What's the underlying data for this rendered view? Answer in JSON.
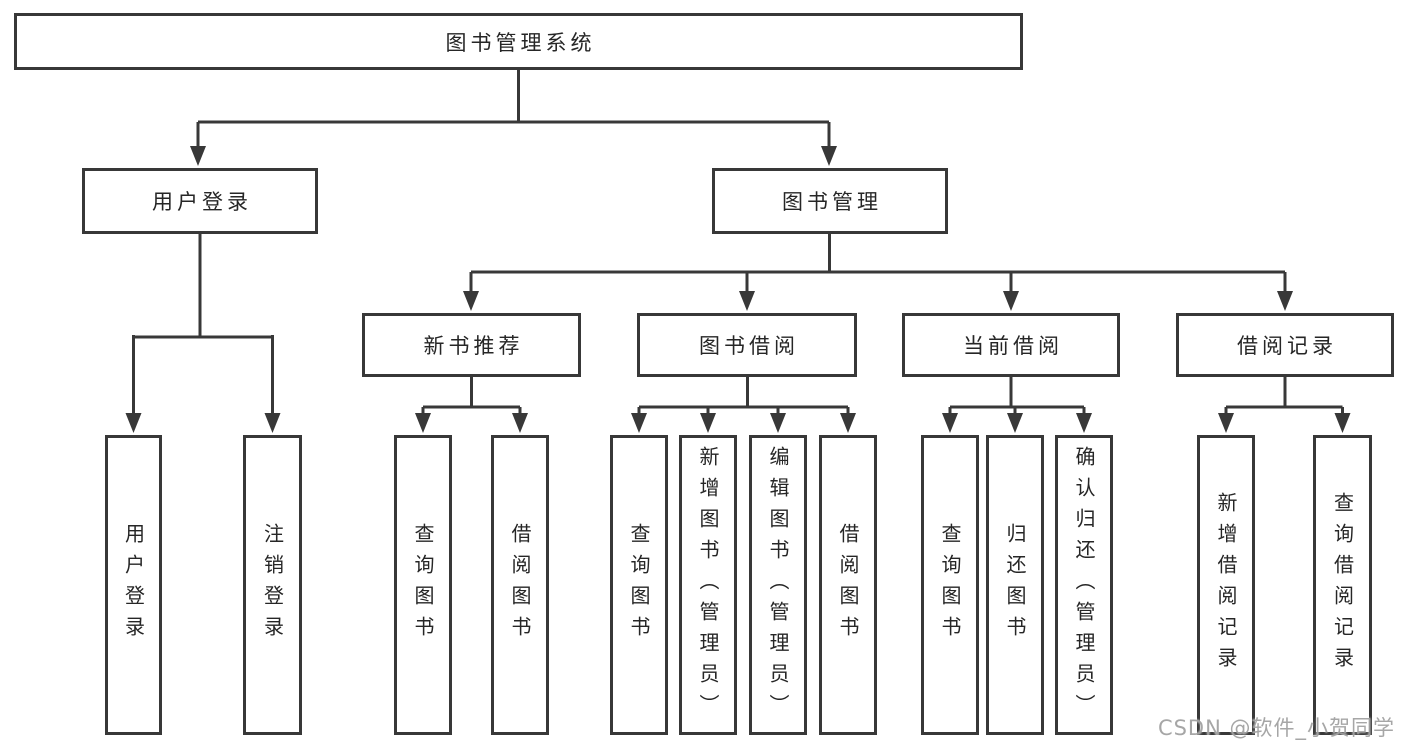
{
  "diagram": {
    "title": "图书管理系统",
    "branches": [
      {
        "label": "用户登录",
        "children": [
          "用户登录",
          "注销登录"
        ]
      },
      {
        "label": "图书管理",
        "groups": [
          {
            "label": "新书推荐",
            "children": [
              "查询图书",
              "借阅图书"
            ]
          },
          {
            "label": "图书借阅",
            "children": [
              "查询图书",
              "新增图书（管理员）",
              "编辑图书（管理员）",
              "借阅图书"
            ]
          },
          {
            "label": "当前借阅",
            "children": [
              "查询图书",
              "归还图书",
              "确认归还（管理员）"
            ]
          },
          {
            "label": "借阅记录",
            "children": [
              "新增借阅记录",
              "查询借阅记录"
            ]
          }
        ]
      }
    ]
  },
  "watermark": "CSDN @软件_小贺同学",
  "colors": {
    "line": "#383838",
    "text": "#262626",
    "watermark": "#9e9e9e",
    "background": "#ffffff"
  }
}
